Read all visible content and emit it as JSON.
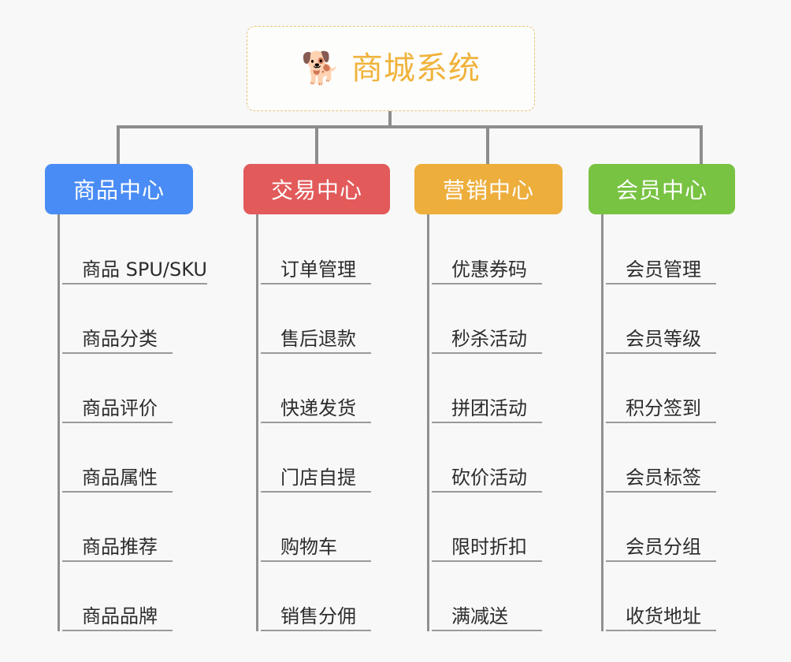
{
  "background_color": "#f8f8f8",
  "root": {
    "icon": "shiba-dog-face-emoji",
    "emoji": "🐕",
    "title": "商城系统",
    "border_color": "#e8c473",
    "text_color": "#f0b33c"
  },
  "branches": [
    {
      "id": "product-center",
      "title": "商品中心",
      "color": "#4a8cf5",
      "items": [
        "商品 SPU/SKU",
        "商品分类",
        "商品评价",
        "商品属性",
        "商品推荐",
        "商品品牌"
      ]
    },
    {
      "id": "trade-center",
      "title": "交易中心",
      "color": "#e25a5a",
      "items": [
        "订单管理",
        "售后退款",
        "快递发货",
        "门店自提",
        "购物车",
        "销售分佣"
      ]
    },
    {
      "id": "marketing-center",
      "title": "营销中心",
      "color": "#edae3c",
      "items": [
        "优惠券码",
        "秒杀活动",
        "拼团活动",
        "砍价活动",
        "限时折扣",
        "满减送"
      ]
    },
    {
      "id": "member-center",
      "title": "会员中心",
      "color": "#78c342",
      "items": [
        "会员管理",
        "会员等级",
        "积分签到",
        "会员标签",
        "会员分组",
        "收货地址"
      ]
    }
  ],
  "connector_color": "#8d8d8d",
  "spine_color": "#909090",
  "underline_color": "#9a9a9a"
}
